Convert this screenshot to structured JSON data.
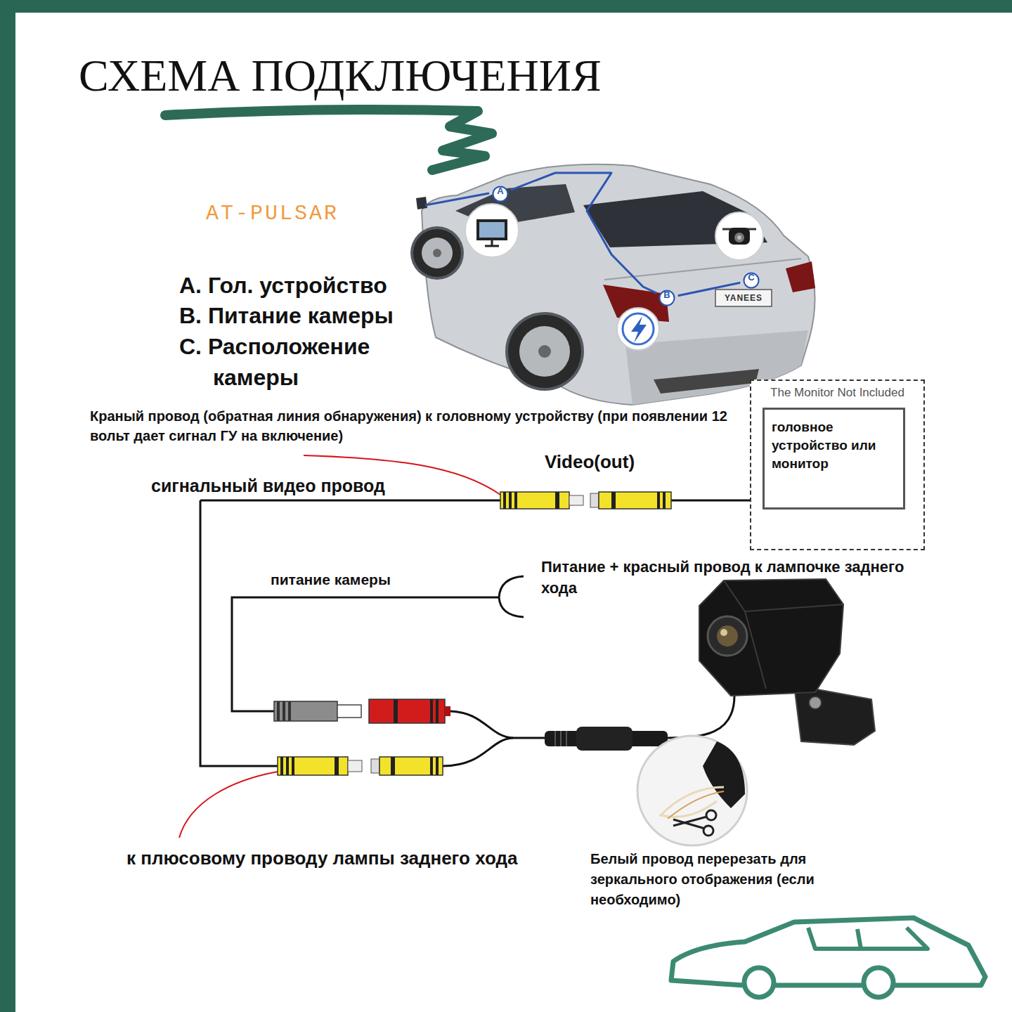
{
  "diagram": {
    "title": "СХЕМА ПОДКЛЮЧЕНИЯ",
    "nodes": [
      {
        "text": [
          "A"
        ]
      },
      {
        "text": [
          "B"
        ]
      },
      {
        "text": [
          "C"
        ]
      },
      {
        "text": [
          "The Monitor Not Included"
        ]
      },
      {
        "text": [
          "головное устройство или монитор"
        ],
        "in": 3
      }
    ],
    "edges": [
      {
        "from": 0,
        "to": 1,
        "arrow": "none"
      },
      {
        "from": 1,
        "to": 2,
        "arrow": "none"
      }
    ],
    "labels": [
      "AT-PULSAR",
      "A. Гол. устройство",
      "B. Питание камеры",
      "C. Расположение камеры",
      "YANEES",
      "Краный провод (обратная линия обнаружения) к головному устройству (при появлении 12 вольт дает сигнал ГУ на включение)",
      "Video(out)",
      "сигнальный видео провод",
      "Питание + красный провод к лампочке заднего хода",
      "питание камеры",
      "к плюсовому проводу лампы заднего хода",
      "Белый провод перерезать для зеркального отображения (если необходимо)"
    ]
  }
}
